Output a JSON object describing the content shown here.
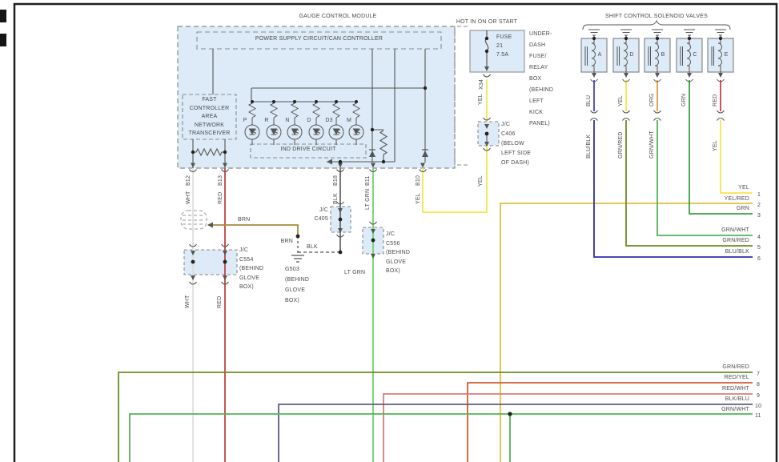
{
  "module": {
    "title": "GAUGE CONTROL MODULE",
    "power_supply": "POWER SUPPLY CIRCUIT/CAN CONTROLLER",
    "fcan": "FAST\nCONTROLLER\nAREA\nNETWORK\nTRANSCEIVER",
    "ind_drive": "IND DRIVE CIRCUIT",
    "gears": [
      "P",
      "R",
      "N",
      "D",
      "D3",
      "M"
    ],
    "pins": [
      {
        "id": "B12",
        "color": "WHT"
      },
      {
        "id": "B13",
        "color": "RED"
      },
      {
        "id": "B18",
        "color": "BLK"
      },
      {
        "id": "B11",
        "color": "LT GRN"
      },
      {
        "id": "B10",
        "color": "YEL"
      }
    ]
  },
  "fuse": {
    "title": "HOT IN ON OR START",
    "label": "FUSE\n21\n7.5A",
    "box": "UNDER-\nDASH\nFUSE/\nRELAY\nBOX\n(BEHIND\nLEFT\nKICK\nPANEL)",
    "connector": "X34",
    "wire_upper": "YEL",
    "wire_lower": "YEL"
  },
  "junctions": {
    "c406": "J/C\nC406\n(BELOW\nLEFT SIDE\nOF DASH)",
    "c405": "J/C\nC405",
    "c554": "J/C\nC554\n(BEHIND\nGLOVE\nBOX)",
    "c556": "J/C\nC556\n(BEHIND\nGLOVE\nBOX)",
    "g503": "G503\n(BEHIND\nGLOVE\nBOX)"
  },
  "grounds": {
    "brn_upper": "BRN",
    "brn_lower": "BRN",
    "blk": "BLK"
  },
  "wire_labels": {
    "lt_grn": "LT GRN",
    "wht": "WHT",
    "red": "RED"
  },
  "solenoids": {
    "title": "SHIFT CONTROL SOLENOID VALVES",
    "valves": [
      {
        "id": "A",
        "upper": "BLU",
        "lower": "BLU/BLK"
      },
      {
        "id": "D",
        "upper": "YEL",
        "lower": "GRN/RED"
      },
      {
        "id": "B",
        "upper": "ORG",
        "lower": "GRN/WHT"
      },
      {
        "id": "C",
        "upper": "GRN",
        "lower": ""
      },
      {
        "id": "E",
        "upper": "RED",
        "lower": "YEL"
      }
    ]
  },
  "circuits": [
    {
      "num": "1",
      "label": "YEL"
    },
    {
      "num": "2",
      "label": "YEL/RED"
    },
    {
      "num": "3",
      "label": "GRN"
    },
    {
      "num": "4",
      "label": "GRN/WHT"
    },
    {
      "num": "5",
      "label": "GRN/RED"
    },
    {
      "num": "6",
      "label": "BLU/BLK"
    },
    {
      "num": "7",
      "label": "GRN/RED"
    },
    {
      "num": "8",
      "label": "RED/YEL"
    },
    {
      "num": "9",
      "label": "RED/WHT"
    },
    {
      "num": "10",
      "label": "BLK/BLU"
    },
    {
      "num": "11",
      "label": "GRN/WHT"
    }
  ],
  "colors": {
    "wht": "#dedede",
    "red": "#c24141",
    "blk": "#666666",
    "lt_grn": "#6fcf6f",
    "yel": "#f2e84b",
    "brn": "#a8893b",
    "blu": "#4343c8",
    "org": "#e09a40",
    "grn": "#3ca03c",
    "grn_red": "#6b8e23",
    "grn_wht": "#55b355",
    "blu_blk": "#2f2fa8",
    "yel_red": "#e2bf3e",
    "red_yel": "#cf5b36",
    "red_wht": "#d67d7d",
    "blk_blu": "#5d5d80"
  }
}
